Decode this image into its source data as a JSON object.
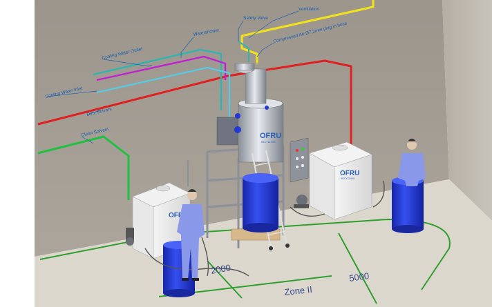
{
  "labels": {
    "ventilation": "Ventilation",
    "safety_valve": "Safety Valve",
    "compressed_air": "Compressed Air Ø7,2mm plug in hose",
    "watershower": "Watershower",
    "cooling_water_outlet": "Cooling Water Outlet",
    "cooling_water_inlet": "Cooling Water Inlet",
    "dirty_solvent": "Dirty Solvent",
    "clean_solvent": "Clean Solvent"
  },
  "dimensions": {
    "d1": "2000",
    "d2": "5000"
  },
  "zone": "Zone II",
  "logos": {
    "brand": "OFRU",
    "sub": "RECYCLING"
  },
  "colors": {
    "wall": "#a39d94",
    "floor": "#dcd7cd",
    "ventilation_pipe": "#f0e020",
    "dirty_pipe": "#e02020",
    "clean_pipe": "#20c040",
    "cooling_pipe": "#2fb5b0",
    "watershower_pipe": "#c020d0",
    "inlet_pipe": "#5ac8e0",
    "zone_line": "#2e9e2e",
    "drum_blue": "#2438d8",
    "worker": "#8a98ea"
  }
}
